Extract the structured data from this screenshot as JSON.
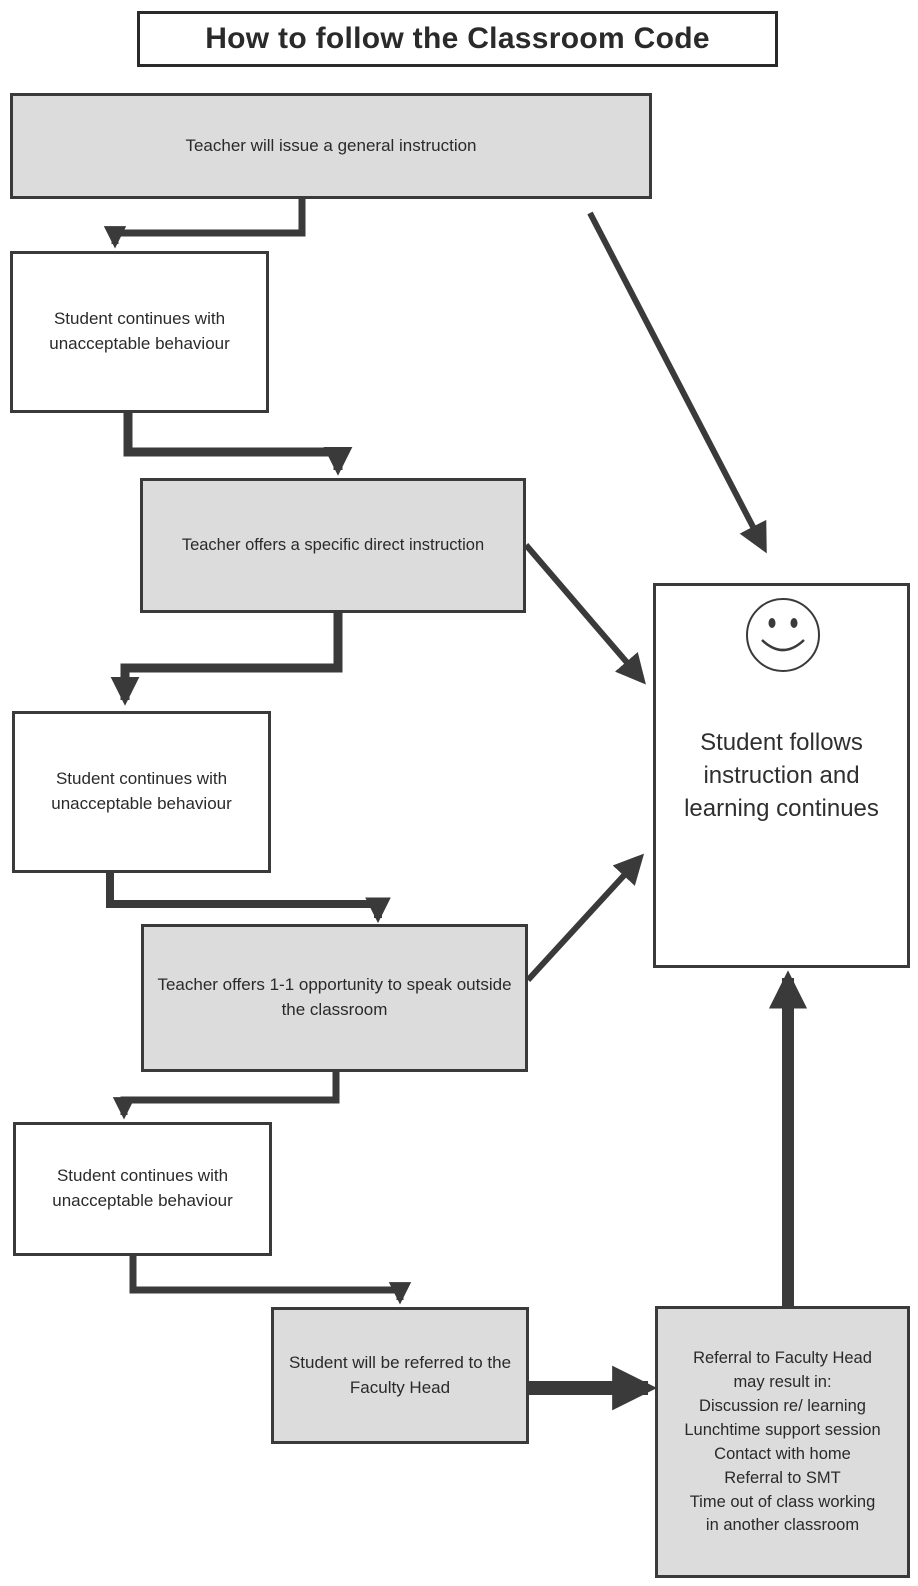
{
  "title": "How to follow the Classroom Code",
  "steps": {
    "general_instruction": "Teacher will issue a general instruction",
    "continues_1": "Student continues with unacceptable behaviour",
    "direct_instruction": "Teacher offers a specific direct instruction",
    "continues_2": "Student continues with unacceptable behaviour",
    "one_to_one": "Teacher offers 1-1 opportunity to speak outside the classroom",
    "continues_3": "Student continues with unacceptable behaviour",
    "referred": "Student will be referred to the Faculty Head"
  },
  "outcome": {
    "text": "Student follows instruction and learning continues",
    "icon": "smiley-face-icon"
  },
  "referral": {
    "heading": "Referral to Faculty Head",
    "intro": "may result in:",
    "items": [
      "Discussion re/ learning",
      "Lunchtime support session",
      "Contact with home",
      "Referral to SMT",
      "Time out of class working",
      "in another classroom"
    ]
  },
  "colors": {
    "box_fill_grey": "#dcdcdc",
    "box_fill_white": "#ffffff",
    "line": "#3a3a3a",
    "text": "#2a2a2a"
  }
}
